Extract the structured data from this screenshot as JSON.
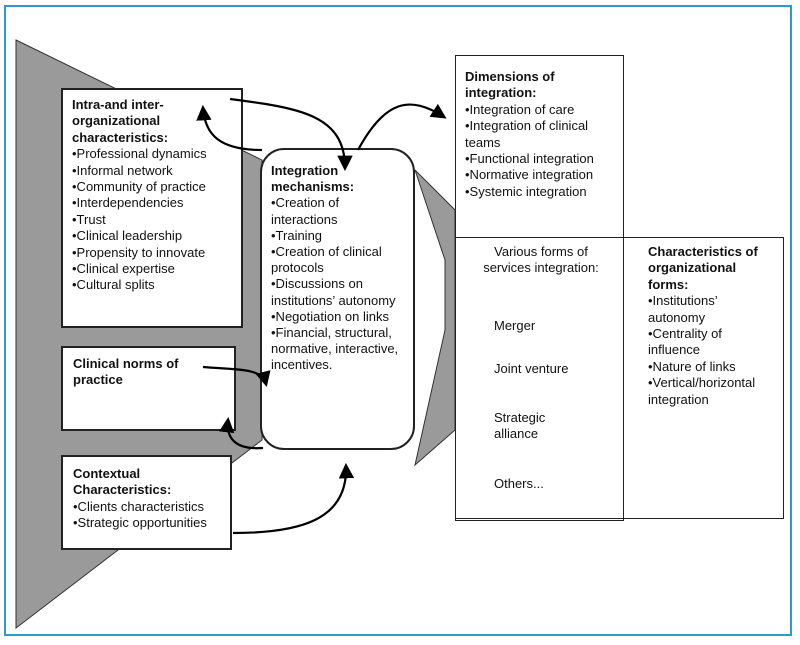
{
  "intra": {
    "title_line1": "Intra-and inter-",
    "title_line2": "organizational",
    "title_line3": "characteristics:",
    "items": [
      "•Professional dynamics",
      "•Informal network",
      "•Community of practice",
      "•Interdependencies",
      "•Trust",
      "•Clinical leadership",
      "•Propensity to innovate",
      "•Clinical expertise",
      "•Cultural splits"
    ]
  },
  "clinical": {
    "title_line1": "Clinical norms of",
    "title_line2": "practice"
  },
  "contextual": {
    "title_line1": "Contextual",
    "title_line2": "Characteristics:",
    "items": [
      "•Clients characteristics",
      "•Strategic opportunities"
    ]
  },
  "mechanisms": {
    "title_line1": "Integration",
    "title_line2": "mechanisms:",
    "lines": [
      "•Creation of",
      "interactions",
      "•Training",
      "•Creation of clinical",
      "protocols",
      "•Discussions on",
      "institutions’ autonomy",
      "•Negotiation on links",
      "•Financial, structural,",
      "normative, interactive,",
      "incentives."
    ]
  },
  "dimensions": {
    "title_line1": "Dimensions of",
    "title_line2": "integration:",
    "lines": [
      "•Integration of care",
      "•Integration of clinical",
      "teams",
      "•Functional integration",
      "•Normative integration",
      "•Systemic integration"
    ]
  },
  "forms": {
    "line1": "Various forms of",
    "line2": "services integration:",
    "cubes": [
      "Merger",
      "Joint venture",
      "Strategic",
      "alliance",
      "Others..."
    ]
  },
  "org_forms": {
    "title_line1": "Characteristics of",
    "title_line2": "organizational",
    "title_line3": "forms:",
    "lines": [
      "•Institutions’",
      "autonomy",
      "•Centrality of",
      "influence",
      "•Nature of links",
      "•Vertical/horizontal",
      "integration"
    ]
  }
}
